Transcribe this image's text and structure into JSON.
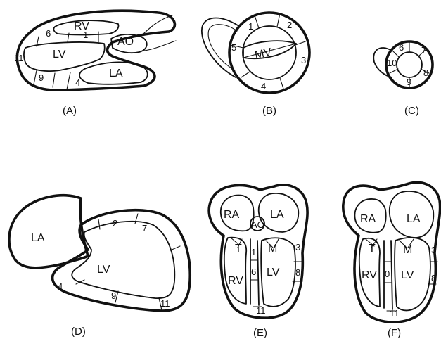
{
  "panels": {
    "a": {
      "caption": "(A)",
      "chambers": [
        "RV",
        "LV",
        "LA",
        "AO"
      ],
      "segments": [
        "6",
        "1",
        "11",
        "9",
        "4"
      ]
    },
    "b": {
      "caption": "(B)",
      "chambers": [
        "MV"
      ],
      "segments": [
        "1",
        "2",
        "5",
        "3",
        "4"
      ]
    },
    "c": {
      "caption": "(C)",
      "segments": [
        "6",
        "7",
        "10",
        "8",
        "9"
      ]
    },
    "d": {
      "caption": "(D)",
      "chambers": [
        "LA",
        "LV"
      ],
      "segments": [
        "2",
        "7",
        "4",
        "9",
        "11"
      ]
    },
    "e": {
      "caption": "(E)",
      "chambers": [
        "RA",
        "LA",
        "AO",
        "T",
        "M",
        "RV",
        "LV"
      ],
      "segments": [
        "1",
        "3",
        "6",
        "8",
        "11"
      ]
    },
    "f": {
      "caption": "(F)",
      "chambers": [
        "RA",
        "LA",
        "T",
        "M",
        "RV",
        "LV"
      ],
      "segments": [
        "3",
        "0",
        "8",
        "11"
      ]
    }
  }
}
